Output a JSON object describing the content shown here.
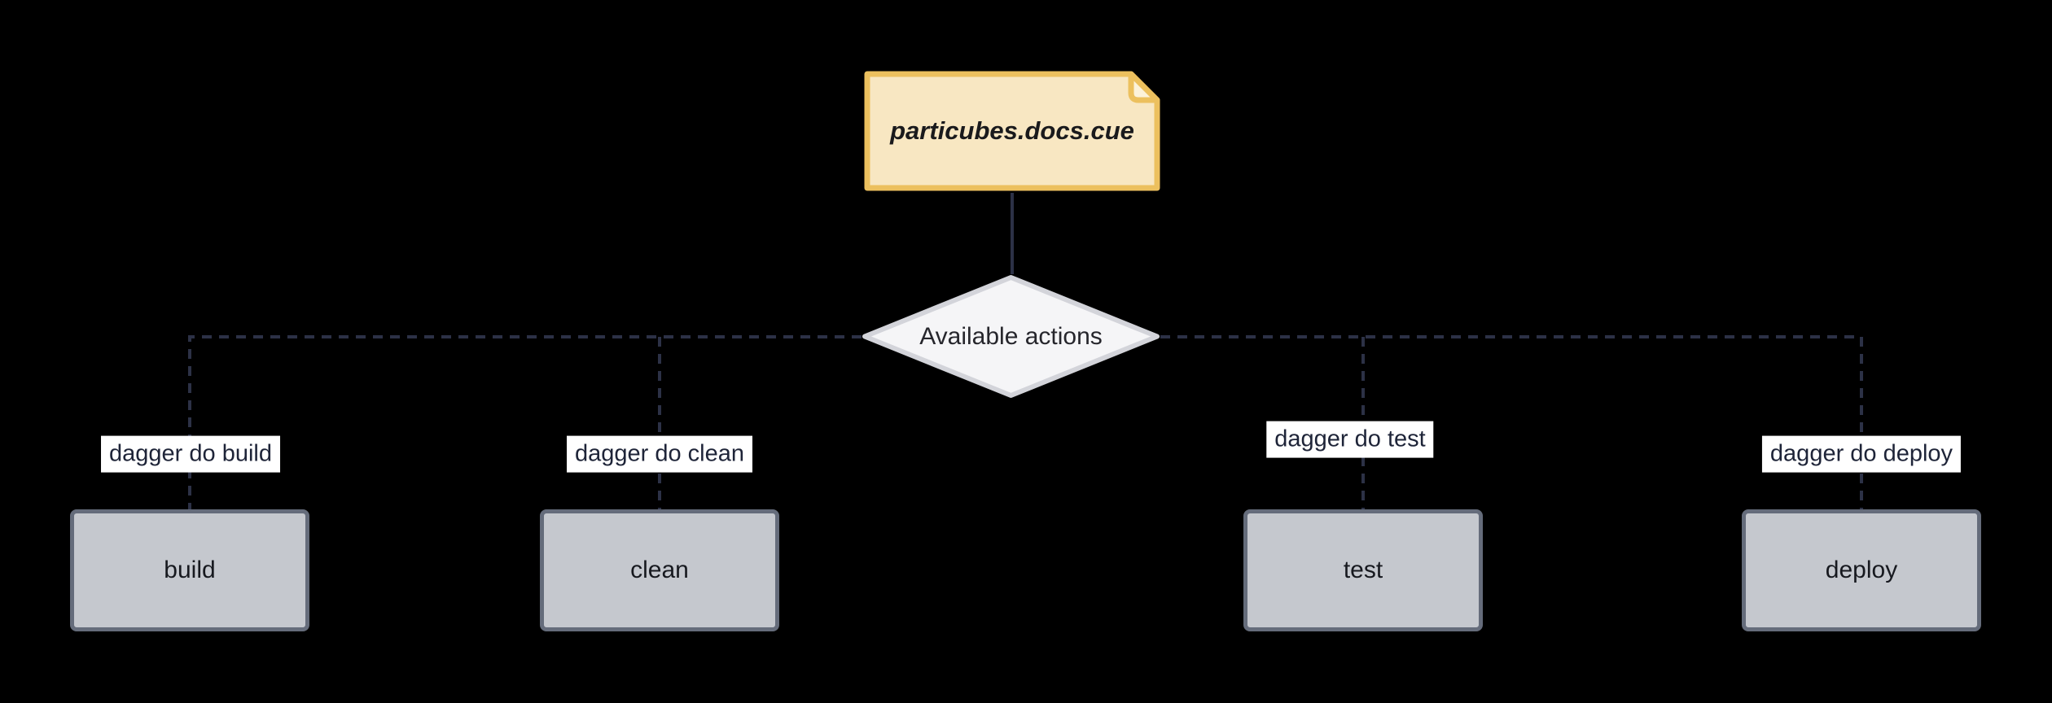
{
  "flowchart": {
    "source_node": {
      "label": "particubes.docs.cue",
      "shape": "file-card"
    },
    "decision_node": {
      "label": "Available actions",
      "shape": "diamond"
    },
    "actions": [
      {
        "label": "build",
        "command": "dagger do build"
      },
      {
        "label": "clean",
        "command": "dagger do clean"
      },
      {
        "label": "test",
        "command": "dagger do test"
      },
      {
        "label": "deploy",
        "command": "dagger do deploy"
      }
    ],
    "colors": {
      "background": "#000000",
      "file_fill": "#f8e7c2",
      "file_fold_fill": "#fcf2da",
      "file_border": "#ecc05e",
      "file_text": "#1a1a1c",
      "decision_fill": "#f5f5f7",
      "decision_border": "#d3d4da",
      "decision_text": "#26262c",
      "action_fill": "#c5c8ce",
      "action_border": "#656c7b",
      "action_text": "#17191f",
      "edge": "#2c3146",
      "edge_label_bg": "#ffffff",
      "edge_label_text": "#1e2438"
    }
  }
}
